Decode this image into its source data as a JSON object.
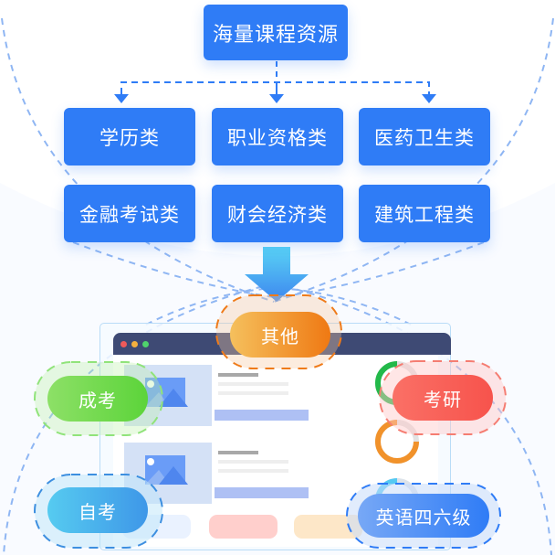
{
  "diagram": {
    "root": {
      "label": "海量课程资源"
    },
    "categories": [
      {
        "label": "学历类"
      },
      {
        "label": "职业资格类"
      },
      {
        "label": "医药卫生类"
      },
      {
        "label": "金融考试类"
      },
      {
        "label": "财会经济类"
      },
      {
        "label": "建筑工程类"
      }
    ],
    "tags": [
      {
        "label": "其他",
        "color": "#f08a1f"
      },
      {
        "label": "成考",
        "color": "#6cd94a"
      },
      {
        "label": "考研",
        "color": "#f95c56"
      },
      {
        "label": "自考",
        "color": "#3ea9ec"
      },
      {
        "label": "英语四六级",
        "color": "#2f7cf6"
      }
    ],
    "colors": {
      "primary": "#2f7cf6",
      "browser_bar": "#3e4a74",
      "dashed_line": "#8fb6f3"
    }
  }
}
